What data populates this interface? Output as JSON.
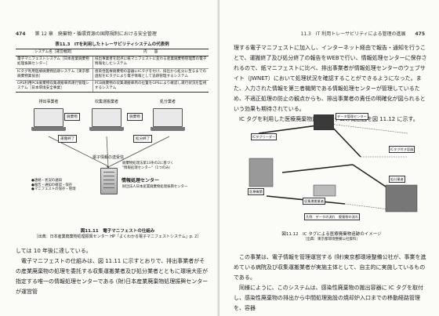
{
  "left_page": {
    "page_number": "474",
    "running_head": "第 12 章　廃棄物・循環資源の国際規制における安全管理",
    "table": {
      "title": "表11.3　ITを利用したトレーサビリティシステムの代表例",
      "headers": [
        "システム名［運営機関］",
        "内　　容"
      ],
      "rows": [
        [
          "電子マニフェストシステム［日本産業廃棄物処理振興センター］",
          "排出事業者を起点に紙マニフェストに変わる産業廃棄物管理票の電子情報化したシステム"
        ],
        [
          "ICタグ利用医療廃棄物追跡システム［東京都廃棄物業協会］",
          "感染性医療廃棄物の容器にICタグを付け、排出から処分に至るまでの過程をICタグにより電子情報として追跡管理するシステム"
        ],
        [
          "GPS利用PCB廃棄物収集運搬車両運行管理システム［日本環境安全事業］",
          "PCB廃棄物の収集運搬車両の位置をGPSにより確認し運行状況を監視するシステム"
        ]
      ]
    },
    "figure": {
      "actors": [
        "排出事業者",
        "収集運搬業者",
        "処分業者"
      ],
      "tags": [
        "廃棄物",
        "運搬終了",
        "処分終了"
      ],
      "network_label": "電子情報の送受信",
      "center_name": "情報処理センター",
      "center_note": "廃棄物処理法第13条の2に基づく\n\"情報処理センター\"（1つのみ）",
      "center_org": "財団法人日本産業廃棄物処理振興センター",
      "functions": "●連絡・状況の通知\n●報告・通知の確認・保存\n●マニフェストの保存・管理",
      "caption_title": "図11.11　電子マニフェストの仕組み",
      "caption_source": "［出典：日本産業廃棄物処理振興センター HP「よくわかる電子マニフェストシステム」p. 2］"
    },
    "body": [
      "しては 10 年後に達している。",
      "電子マニフェストの仕組みは、図 11.11 に示すとおりで、排出事業者がその産業廃棄物の処理を委託する収集運搬業者及び処分業者とともに環境大臣が指定する唯一の情報処理センターである (財)日本産業廃棄物処理振興センターが運営管"
    ]
  },
  "right_page": {
    "page_number": "475",
    "running_head": "11.3　IT 利用トレーサビリティによる管理の進展",
    "body_top": [
      "理する電子マニフェストに加入し、インターネット経由で報告・通知を行うことで、運搬終了及び処分終了の報告をWEBで行い、情報処理センターに保存されるので、紙マニフェストに比べ、排出事業者が情報処理センターのウェブサイト（JWNET）において処理状況を確認することができるようになった。また、入力された情報を第三者機関である情報処理センターが管理しているため、不適正処理の防止の観点からも、排出事業者の責任の明確化が図られるという効果も期待されている。",
      "IC タグを利用した医療廃棄物追跡システムの概念図を図 11.12 に示す。"
    ],
    "figure": {
      "labels": {
        "server": "データ管理センター",
        "ic_reader": "ICタグリーダー",
        "hospital": "医療機関",
        "collector": "収集運搬業者",
        "processor": "処分業者",
        "tag_box": "ICタグ付き容器",
        "legend": "凡例　データの流れ　廃棄物の流れ"
      },
      "caption_title": "図11.12　IC タグによる医療廃棄物追跡のイメージ",
      "caption_source": "［出典：東京都環境整備公社資料］"
    },
    "body_bottom": [
      "この事業は、電子情報を管理運営する (財)東京都環境整備公社が、事業を進めている病院及び収集運搬業者が実施主体として、自主的に実施しているものである。",
      "同様にように、このシステムは、感染性廃棄物の搬出容器に IC タグを取付し、感染性廃棄物の排出から中間処理施設の焼却炉入口までの移動経路管理を、容器"
    ]
  }
}
